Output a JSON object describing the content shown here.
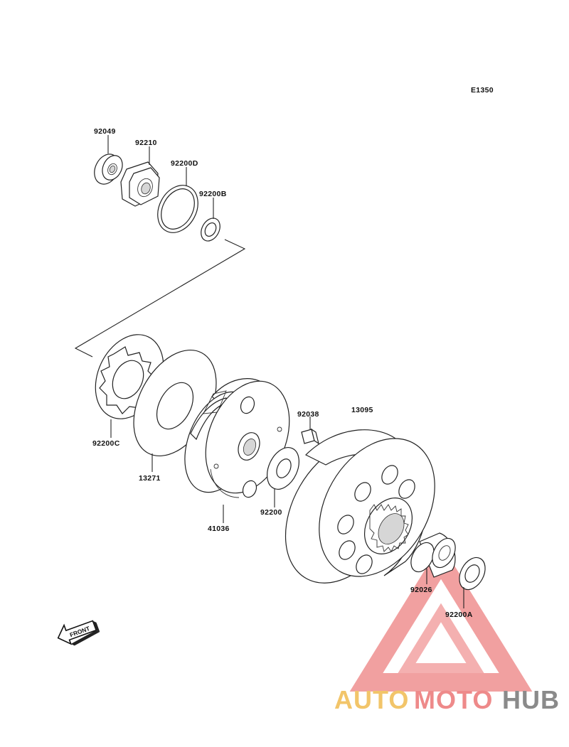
{
  "diagram": {
    "code": "E1350",
    "front_label": "FRONT",
    "parts": [
      {
        "id": "p92049",
        "number": "92049"
      },
      {
        "id": "p92210",
        "number": "92210"
      },
      {
        "id": "p92200D",
        "number": "92200D"
      },
      {
        "id": "p92200B",
        "number": "92200B"
      },
      {
        "id": "p92200C",
        "number": "92200C"
      },
      {
        "id": "p13271",
        "number": "13271"
      },
      {
        "id": "p41036",
        "number": "41036"
      },
      {
        "id": "p92200",
        "number": "92200"
      },
      {
        "id": "p92038",
        "number": "92038"
      },
      {
        "id": "p13095",
        "number": "13095"
      },
      {
        "id": "p92026",
        "number": "92026"
      },
      {
        "id": "p92200A",
        "number": "92200A"
      }
    ]
  },
  "watermark": {
    "word_1": "AUTO",
    "word_2": "MOTO",
    "word_3": "HUB",
    "colors": {
      "auto": "#f2c56a",
      "moto": "#ee8a8a",
      "hub": "#8a8a8a",
      "triangle": "#ef8f8f"
    }
  }
}
